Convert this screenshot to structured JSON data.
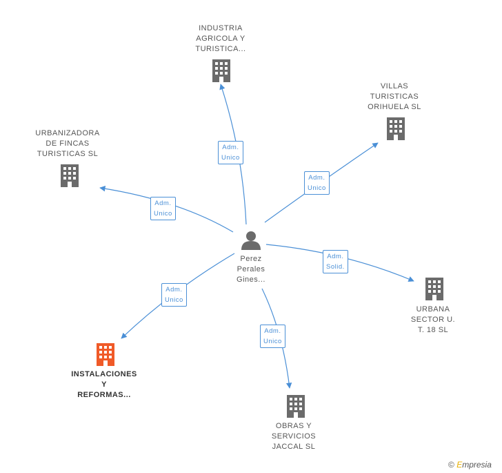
{
  "center": {
    "label": "Perez\nPerales\nGines...",
    "icon": "person-icon"
  },
  "companies": [
    {
      "id": "industria",
      "label": "INDUSTRIA\nAGRICOLA Y\nTURISTICA...",
      "highlight": false
    },
    {
      "id": "villas",
      "label": "VILLAS\nTURISTICAS\nORIHUELA SL",
      "highlight": false
    },
    {
      "id": "urbanizadora",
      "label": "URBANIZADORA\nDE FINCAS\nTURISTICAS SL",
      "highlight": false
    },
    {
      "id": "urbana",
      "label": "URBANA\nSECTOR U.\nT. 18  SL",
      "highlight": false
    },
    {
      "id": "instalaciones",
      "label": "INSTALACIONES\nY\nREFORMAS...",
      "highlight": true
    },
    {
      "id": "obras",
      "label": "OBRAS Y\nSERVICIOS\nJACCAL SL",
      "highlight": false
    }
  ],
  "edges": [
    {
      "to": "industria",
      "label": "Adm.\nUnico"
    },
    {
      "to": "villas",
      "label": "Adm.\nUnico"
    },
    {
      "to": "urbanizadora",
      "label": "Adm.\nUnico"
    },
    {
      "to": "urbana",
      "label": "Adm.\nSolid."
    },
    {
      "to": "instalaciones",
      "label": "Adm.\nUnico"
    },
    {
      "to": "obras",
      "label": "Adm.\nUnico"
    }
  ],
  "footer": {
    "copyright": "©",
    "brand_first": "E",
    "brand_rest": "mpresia"
  },
  "colors": {
    "edge": "#4a8fd6",
    "building": "#6b6b6b",
    "highlight": "#f05a28"
  }
}
